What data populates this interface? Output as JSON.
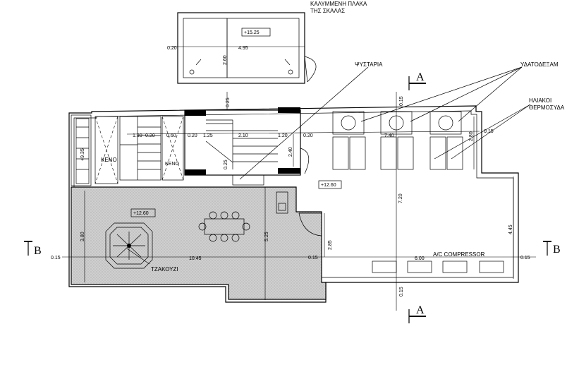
{
  "labels": {
    "roof_slab_line1": "ΚΑΛΥΜΜΕΝΗ ΠΛΑΚΑ",
    "roof_slab_line2": "ΤΗΣ ΣΚΑΛΑΣ",
    "roof_level": "+15.25",
    "fystaria": "ΨΥΣΤΑΡΙΑ",
    "water_tanks": "ΥΔΑΤΟΔΕΞΑΜ",
    "solar_line1": "ΗΛΙΑΚΟΙ",
    "solar_line2": "ΘΕΡΜΟΣΥΔΑ",
    "level_right": "+12.60",
    "level_left": "+12.60",
    "level_small": "+9.35",
    "keno_left": "ΚΕΝΟ",
    "keno_mid": "ΚΕΝΟ",
    "jacuzzi": "ΤΖΑΚΟΥΖΙ",
    "ac_compressor": "A/C  COMPRESSOR",
    "section_a": "A",
    "section_b": "B"
  },
  "dimensions": {
    "top_020": "0.20",
    "top_495": "4.95",
    "top_260": "2.60",
    "d_025_top": "0.25",
    "d_015_top": "0.15",
    "d_130": "1.30",
    "d_020a": "0.20",
    "d_060": "0.60",
    "d_020b": "0.20",
    "d_125": "1.25",
    "d_210": "2.10",
    "d_120": "1.20",
    "d_020c": "0.20",
    "d_740": "7.40",
    "d_015_right_top": "0.15",
    "d_280": "2.80",
    "d_240": "2.40",
    "d_025_mid": "0.25",
    "d_380": "3.80",
    "d_525": "5.25",
    "d_720": "7.20",
    "d_445": "4.45",
    "d_285": "2.85",
    "d_015_left": "0.15",
    "d_1045": "10.45",
    "d_015_mid": "0.15",
    "d_600": "6.00",
    "d_015_right": "0.15",
    "d_015_bottom": "0.15"
  }
}
